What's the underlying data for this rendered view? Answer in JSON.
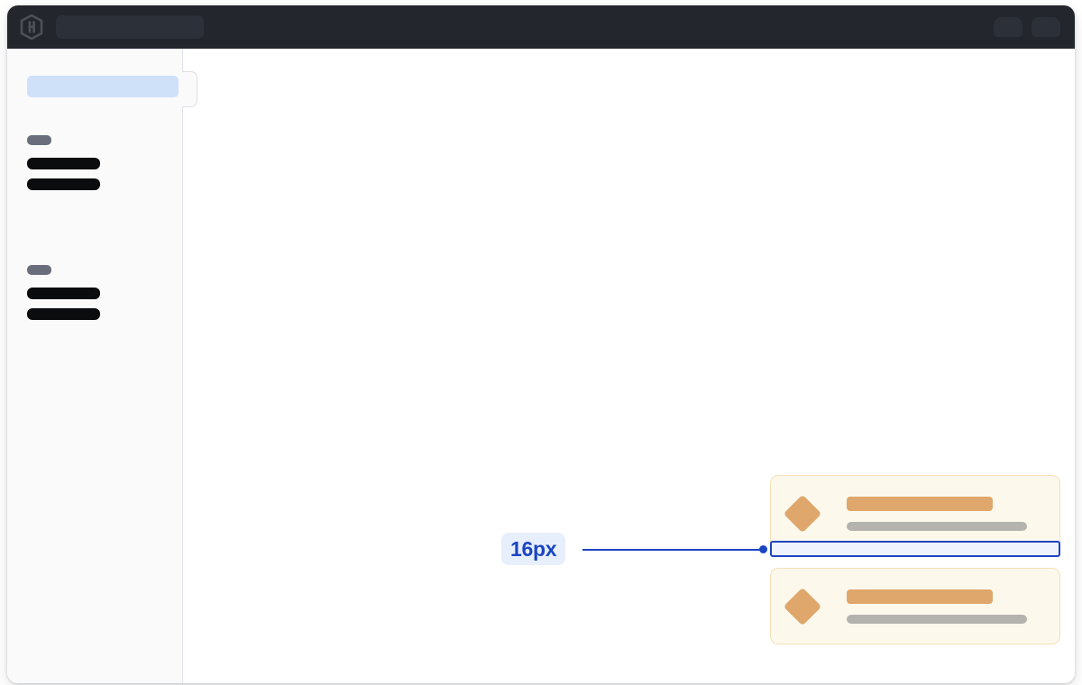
{
  "window": {
    "name": "application-window"
  },
  "topbar": {
    "logo_icon": "hashicorp-hexagon-logo",
    "search_placeholder": "",
    "search_value": "",
    "actions": [
      {
        "icon": "skeleton-chip-1"
      },
      {
        "icon": "skeleton-chip-2"
      }
    ],
    "background_color": "#23262D"
  },
  "sidebar": {
    "handle_icon": "sidebar-collapse-handle",
    "highlight": {
      "label": "",
      "color": "#CFE1F9"
    },
    "groups": [
      {
        "label": "",
        "items": [
          {
            "label": ""
          },
          {
            "label": ""
          }
        ]
      },
      {
        "label": "",
        "items": [
          {
            "label": ""
          },
          {
            "label": ""
          }
        ]
      }
    ],
    "background_color": "#FAFAFB",
    "border_color": "#DFE1E6"
  },
  "main": {
    "cards": [
      {
        "icon": "diamond-icon",
        "title": "",
        "subtitle": "",
        "background_color": "#FDF8EC",
        "border_color": "#F5E0B5",
        "accent_color": "#DFA76B"
      },
      {
        "icon": "diamond-icon",
        "title": "",
        "subtitle": "",
        "background_color": "#FDF8EC",
        "border_color": "#F5E0B5",
        "accent_color": "#DFA76B"
      }
    ]
  },
  "annotation": {
    "measurement_label": "16px",
    "accent_color": "#1B46C2",
    "badge_background": "#E8EFFC",
    "bar_fill": "#EEF3FD",
    "type": "spacing-gap"
  }
}
